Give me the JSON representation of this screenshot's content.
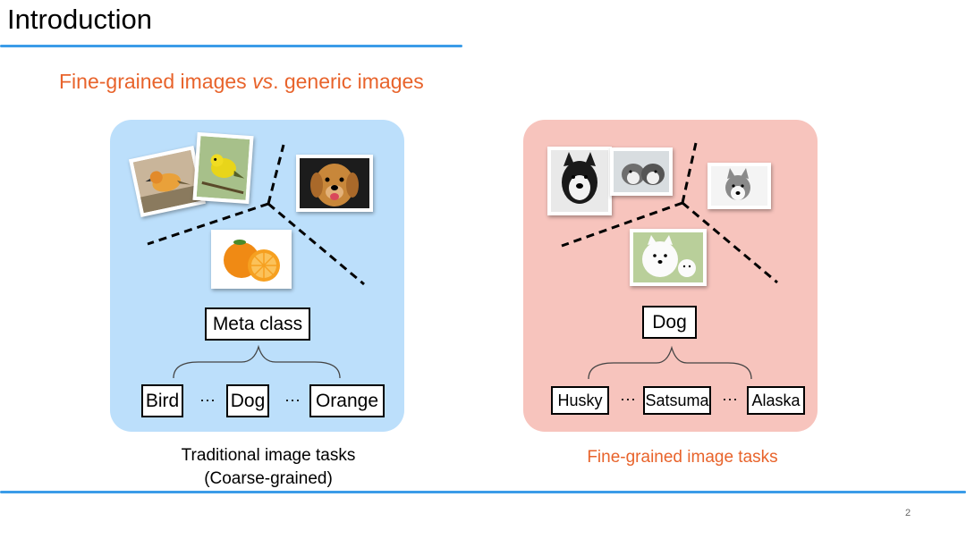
{
  "slide": {
    "title": "Introduction",
    "subtitle_pre": "Fine-grained images ",
    "subtitle_em": "vs",
    "subtitle_post": ". generic images",
    "page_number": "2"
  },
  "left_panel": {
    "meta_label": "Meta class",
    "children": [
      "Bird",
      "Dog",
      "Orange"
    ],
    "ellipsis": "···",
    "caption_line1": "Traditional image tasks",
    "caption_line2": "(Coarse-grained)",
    "images": [
      "bird-photo",
      "bird-photo",
      "dog-photo",
      "orange-photo"
    ]
  },
  "right_panel": {
    "meta_label": "Dog",
    "children": [
      "Husky",
      "Satsuma",
      "Alaska"
    ],
    "ellipsis": "···",
    "caption": "Fine-grained image tasks",
    "images": [
      "dog-photo",
      "dog-photo",
      "dog-photo",
      "dog-photo"
    ]
  },
  "colors": {
    "accent": "#e8632b",
    "rule": "#3b9ce8",
    "left_panel_bg": "#bcdffb",
    "right_panel_bg": "#f7c4bd"
  }
}
